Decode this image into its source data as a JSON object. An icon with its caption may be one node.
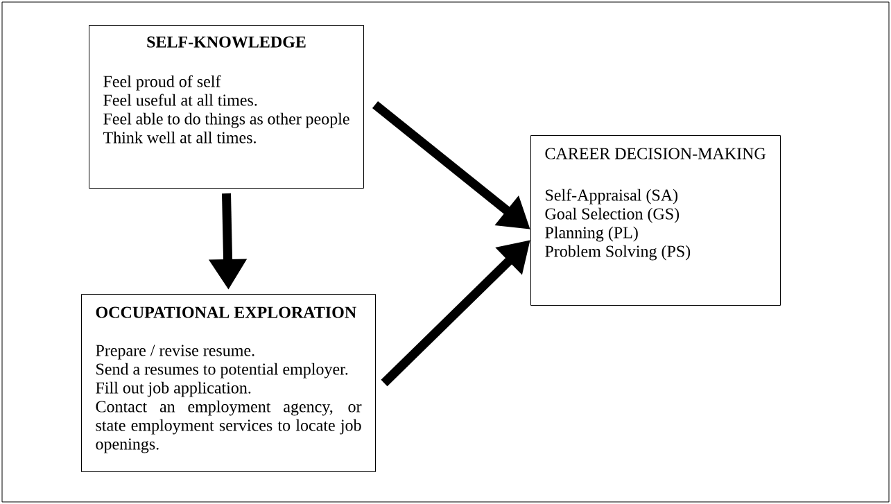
{
  "diagram": {
    "nodes": [
      {
        "text": [
          "SELF-KNOWLEDGE",
          "Feel proud of self",
          "Feel useful at all times.",
          "Feel able to do things as other people",
          "Think well at all times."
        ]
      },
      {
        "text": [
          "CAREER DECISION-MAKING",
          "Self-Appraisal (SA)",
          "Goal Selection (GS)",
          "Planning (PL)",
          "Problem Solving (PS)"
        ]
      },
      {
        "text": [
          "OCCUPATIONAL EXPLORATION",
          "Prepare / revise resume.",
          "Send a resumes to potential employer.",
          "Fill out job application.",
          "Contact an employment agency, or state employment services to locate job openings."
        ]
      }
    ],
    "edges": [
      {
        "from": 0,
        "to": 2,
        "arrow": "to"
      },
      {
        "from": 0,
        "to": 1,
        "arrow": "to"
      },
      {
        "from": 2,
        "to": 1,
        "arrow": "to"
      }
    ]
  }
}
